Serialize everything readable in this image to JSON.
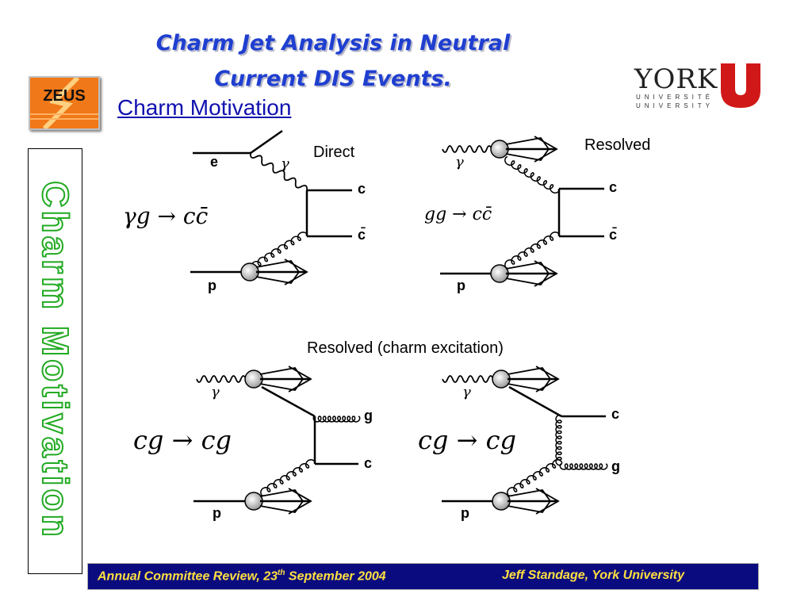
{
  "header": {
    "title_line1": "Charm Jet Analysis in Neutral",
    "title_line2": "Current DIS Events.",
    "subtitle": "Charm Motivation"
  },
  "logos": {
    "zeus": "ZEUS",
    "york_name": "YORK",
    "york_sub1": "UNIVERSITÉ",
    "york_sub2": "UNIVERSITY"
  },
  "sidebar": {
    "vertical_text": "Charm Motivation"
  },
  "diagrams": {
    "direct": {
      "title": "Direct",
      "formula": "γg → cc̄",
      "labels": {
        "electron": "e",
        "photon": "γ",
        "charm": "c",
        "anticharm": "c̄",
        "proton": "p"
      }
    },
    "resolved": {
      "title": "Resolved",
      "formula": "gg → cc̄",
      "labels": {
        "photon": "γ",
        "charm": "c",
        "anticharm": "c̄",
        "proton": "p"
      }
    },
    "excitation_title": "Resolved (charm excitation)",
    "excitation_left": {
      "formula": "cg → cg",
      "labels": {
        "photon": "γ",
        "gluon": "g",
        "charm": "c",
        "proton": "p"
      }
    },
    "excitation_right": {
      "formula": "cg → cg",
      "labels": {
        "photon": "γ",
        "charm": "c",
        "gluon": "g",
        "proton": "p"
      }
    }
  },
  "footer": {
    "left": "Annual Committee Review, 23",
    "left_sup": "th",
    "left_end": " September 2004",
    "right": "Jeff Standage, York University"
  },
  "colors": {
    "title": "#1f3fd0",
    "footer_bg": "#0b0b80",
    "footer_text": "#ffe040",
    "york_red": "#d11818",
    "zeus_orange": "#f07818"
  }
}
